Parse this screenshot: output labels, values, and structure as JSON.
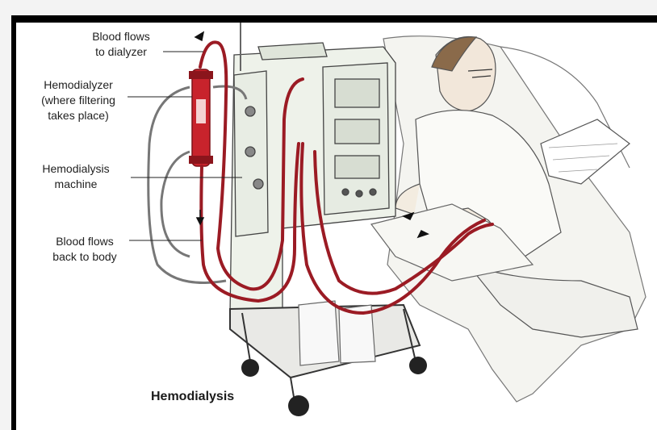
{
  "labels": {
    "blood_to_dialyzer": [
      "Blood flows",
      "to dialyzer"
    ],
    "hemodialyzer": [
      "Hemodialyzer",
      "(where filtering",
      "takes place)"
    ],
    "machine": [
      "Hemodialysis",
      "machine"
    ],
    "blood_back": [
      "Blood flows",
      "back to body"
    ]
  },
  "caption": "Hemodialysis",
  "colors": {
    "tubing": "#9b1b24",
    "dialyzer": "#c8232c",
    "frame": "#000000",
    "ink": "#333333"
  }
}
